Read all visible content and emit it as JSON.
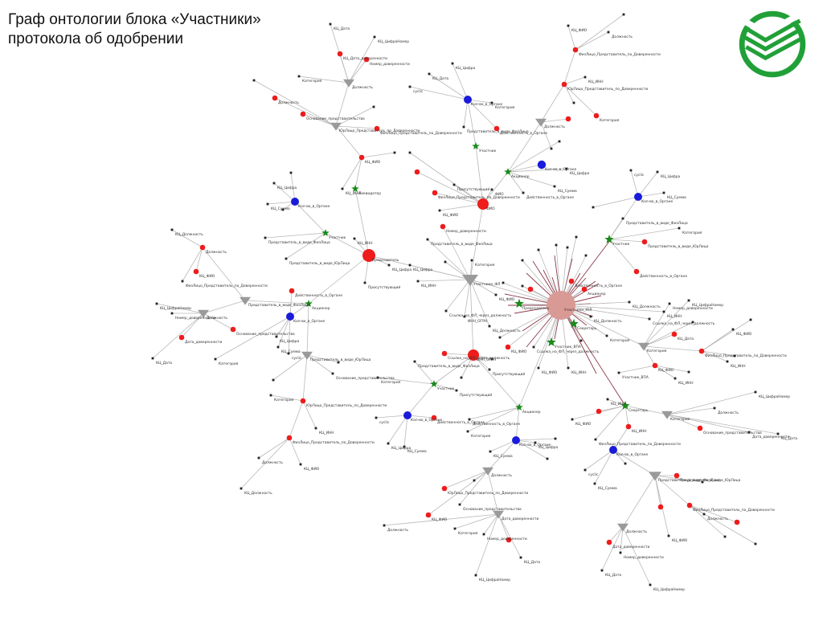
{
  "title": {
    "line1": "Граф онтологии блока «Участники»",
    "line2": "протокола об одобрении"
  },
  "logo": {
    "icon": "sberbank-logo-icon",
    "color": "#21a038"
  },
  "legend_colors": {
    "hub": "#d99a96",
    "person": "#ee1c1c",
    "organization": "#1a1adb",
    "role": "#1a8a1a",
    "group": "#9a9a9a",
    "attribute": "#222222",
    "edge": "#b8b8b8",
    "hub_edge": "#8b3a4a"
  },
  "labels": {
    "doljnost": "Должность",
    "kategoriya": "Категория",
    "nomer_doverennosti": "Номер_доверенности",
    "data_doverennosti": "Дата_доверенности",
    "osnovanie": "Основание_представительства",
    "predstavitel_fiz": "Представитель_в_виде_ФизЛица",
    "predstavitel_yur": "Представитель_в_виде_ЮрЛица",
    "yurlitso_dov": "ЮрЛицо_Представитель_по_Доверенности",
    "fizlitso_dov": "ФизЛицо_Представитель_по_Доверенности",
    "deistvennost": "Действенность_в_Органе",
    "kolichestvo": "Кол-во_в_Органе",
    "kl_fio": "КЦ_ФИО",
    "kl_inn": "КЦ_ИНН",
    "kl_data": "КЦ_Дата",
    "kl_summa": "КЦ_Сумма",
    "kl_cifra": "КЦ_Цифра",
    "kl_cifra_nomer": "КЦ_ЦифраНомер",
    "kl_doljnost": "КЦ_Должность",
    "uchastnik": "Участник",
    "akcioner": "Акционер",
    "likvidator": "Ликвидатор",
    "prisutstvuyushchiy": "Присутствующий",
    "predsedatel": "Председатель",
    "sekretar": "Секретарь",
    "ssylka_fl": "Ссылка_на_ФЛ_через_должность",
    "uchastnik_vpa": "Участник_ВПА",
    "uchastniki_yl": "Участники_ЮЛ",
    "uchastniki_fl": "Участники_ФЛ",
    "inn_ogrn": "ИНН_ОГРН",
    "fio": "ФИО",
    "cyclic": "cyclic",
    "kl_data_doljnost": "КЦ_Дата_доверенности"
  }
}
